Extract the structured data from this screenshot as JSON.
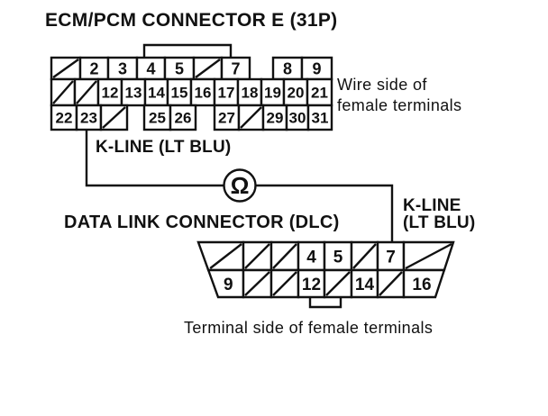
{
  "page": {
    "background": "#ffffff",
    "ink": "#111111"
  },
  "ecm_connector": {
    "title": "ECM/PCM CONNECTOR E (31P)",
    "side_note_lines": [
      "Wire side of",
      "female terminals"
    ],
    "rows": [
      [
        "/",
        "2",
        "3",
        "4",
        "5",
        "/",
        "7",
        "8",
        "9"
      ],
      [
        "/",
        "/",
        "12",
        "13",
        "14",
        "15",
        "16",
        "17",
        "18",
        "19",
        "20",
        "21"
      ],
      [
        "22",
        "23",
        "/",
        "25",
        "26",
        "27",
        "/",
        "29",
        "30",
        "31"
      ]
    ]
  },
  "test_wire": {
    "label": "K-LINE (LT BLU)",
    "meter_symbol": "Ω"
  },
  "dlc_connector": {
    "title": "DATA LINK CONNECTOR (DLC)",
    "kline_label_lines": [
      "K-LINE",
      "(LT BLU)"
    ],
    "rows": [
      [
        "/",
        "/",
        "/",
        "4",
        "5",
        "/",
        "7",
        "/"
      ],
      [
        "9",
        "/",
        "/",
        "12",
        "/",
        "14",
        "/",
        "16"
      ]
    ],
    "side_note": "Terminal side of female terminals"
  }
}
